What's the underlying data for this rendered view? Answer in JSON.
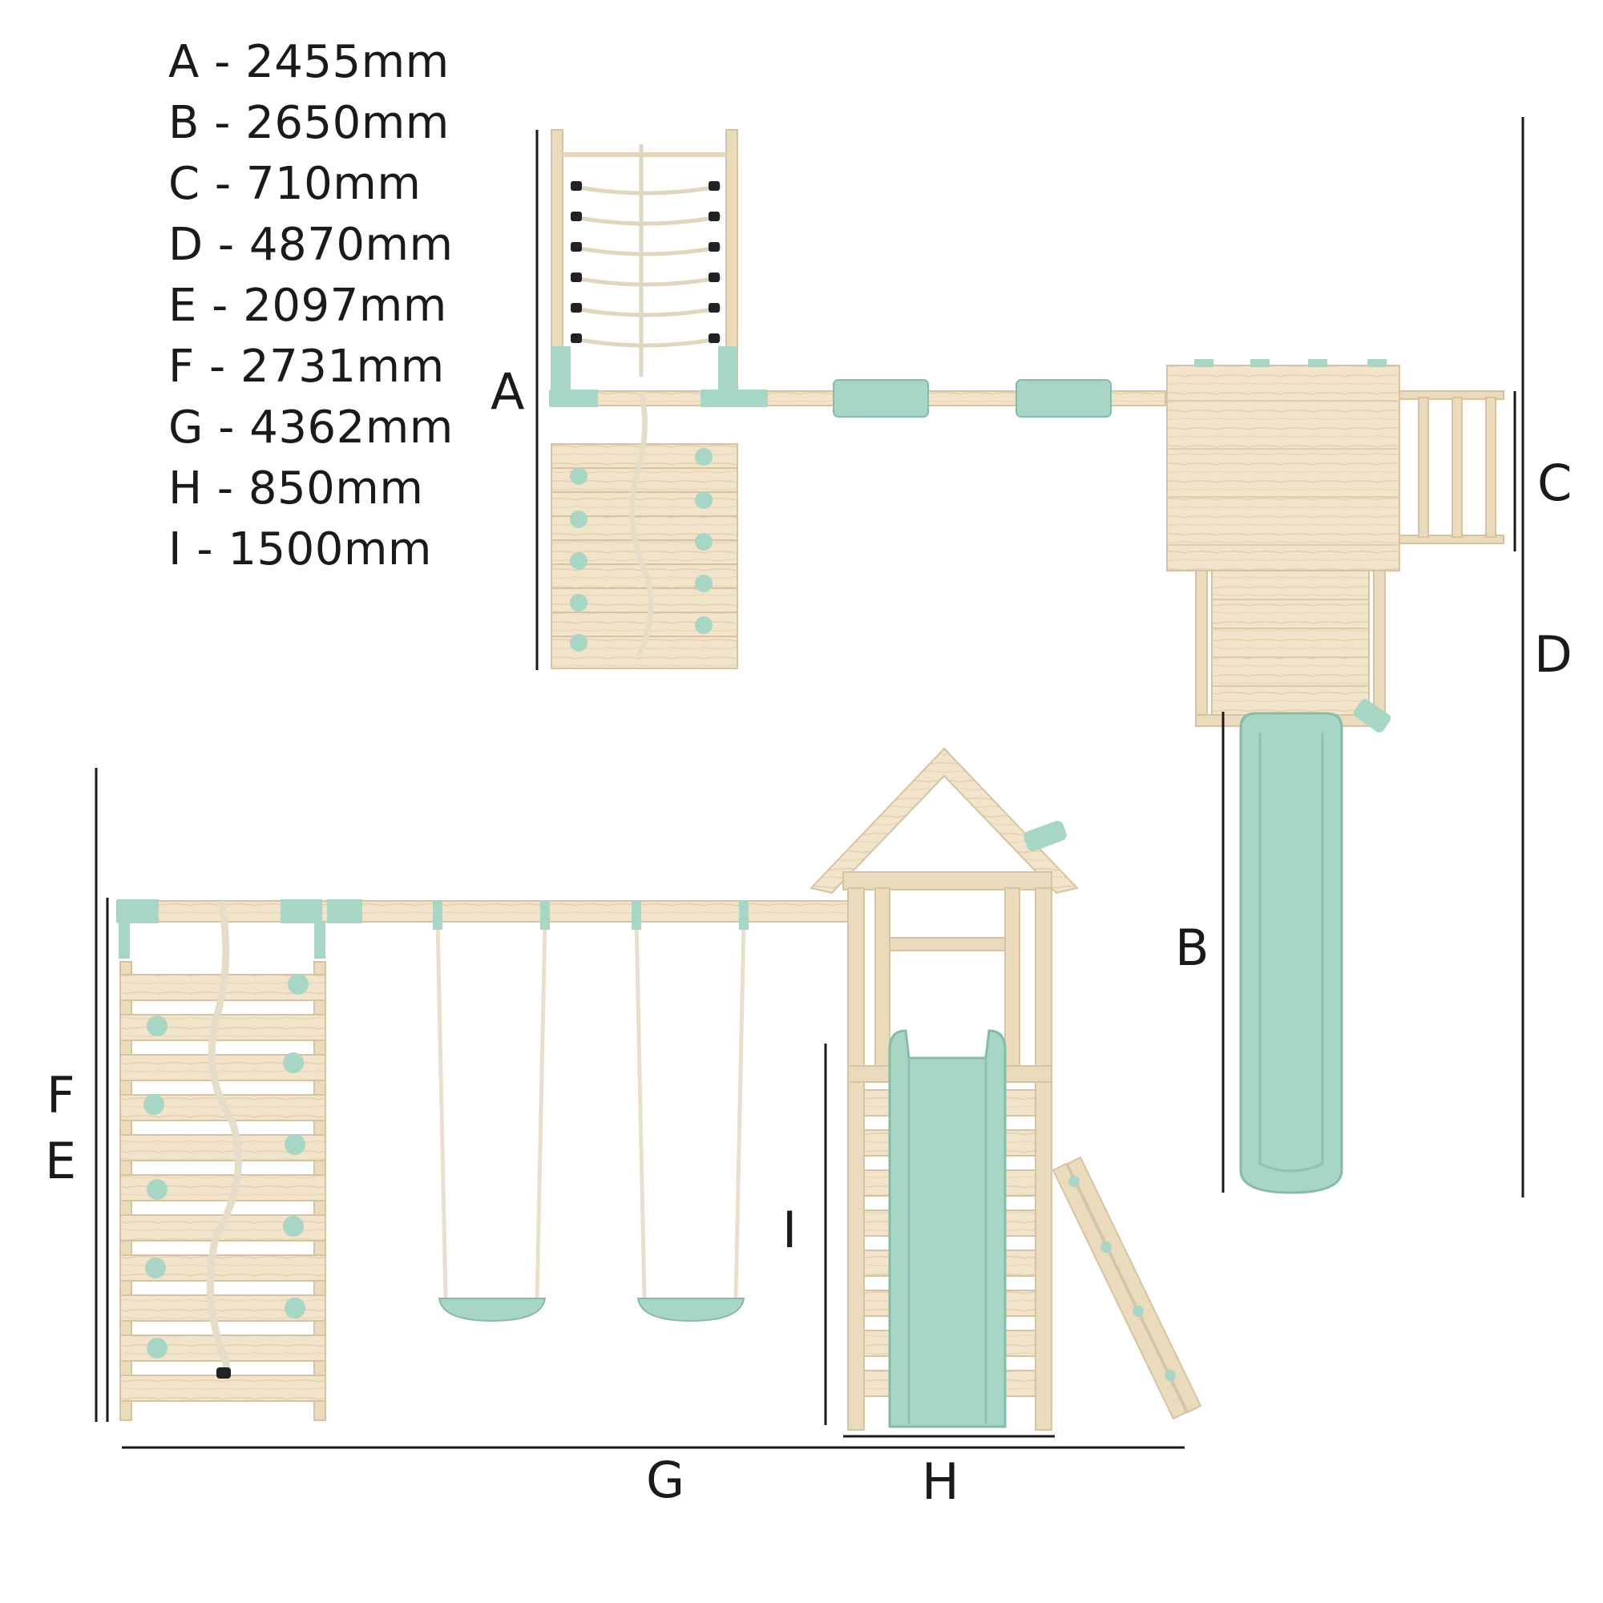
{
  "legend": [
    {
      "letter": "A",
      "value": "2455mm",
      "text": "A - 2455mm"
    },
    {
      "letter": "B",
      "value": "2650mm",
      "text": "B - 2650mm"
    },
    {
      "letter": "C",
      "value": "710mm",
      "text": "C - 710mm"
    },
    {
      "letter": "D",
      "value": "4870mm",
      "text": "D - 4870mm"
    },
    {
      "letter": "E",
      "value": "2097mm",
      "text": "E - 2097mm"
    },
    {
      "letter": "F",
      "value": "2731mm",
      "text": "F - 2731mm"
    },
    {
      "letter": "G",
      "value": "4362mm",
      "text": "G - 4362mm"
    },
    {
      "letter": "H",
      "value": "850mm",
      "text": "H - 850mm"
    },
    {
      "letter": "I",
      "value": "1500mm",
      "text": "I - 1500mm"
    }
  ],
  "dimension_labels": {
    "a": "A",
    "b": "B",
    "c": "C",
    "d": "D",
    "e": "E",
    "f": "F",
    "g": "G",
    "h": "H",
    "i": "I"
  },
  "colors": {
    "wood": "#f0e2c8",
    "wood_edge": "#d6c3a0",
    "mint": "#a7d6c4",
    "mint_dark": "#86bba7",
    "rope": "#e6ddc8",
    "line": "#1a1a1a"
  }
}
